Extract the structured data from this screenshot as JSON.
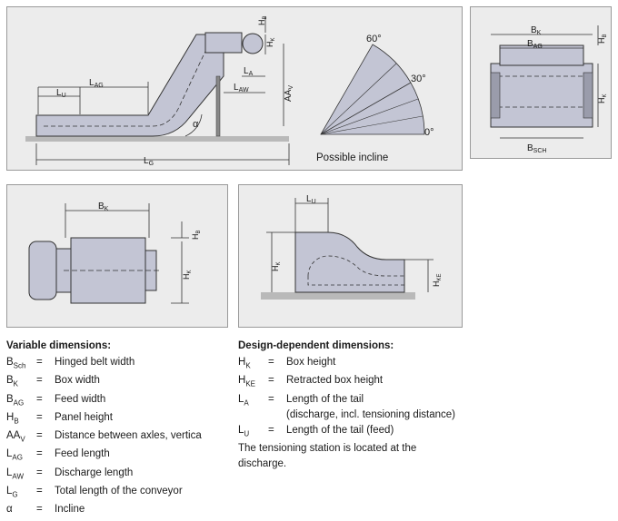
{
  "labels": {
    "HB": [
      "H",
      "B"
    ],
    "HK": [
      "H",
      "K"
    ],
    "HKE": [
      "H",
      "KE"
    ],
    "LA": [
      "L",
      "A"
    ],
    "LAW": [
      "L",
      "AW"
    ],
    "LAG": [
      "L",
      "AG"
    ],
    "LU": [
      "L",
      "U"
    ],
    "LG": [
      "L",
      "G"
    ],
    "AAV": [
      "AA",
      "V"
    ],
    "BK": [
      "B",
      "K"
    ],
    "BAG": [
      "B",
      "AG"
    ],
    "BSCH": [
      "B",
      "SCH"
    ],
    "alpha": "α",
    "deg60": "60°",
    "deg30": "30°",
    "deg0": "0°",
    "possible_incline": "Possible incline"
  },
  "variable": {
    "title": "Variable dimensions:",
    "items": [
      {
        "sym": "B",
        "sub": "Sch",
        "eq": "=",
        "desc": "Hinged belt width"
      },
      {
        "sym": "B",
        "sub": "K",
        "eq": "=",
        "desc": "Box width"
      },
      {
        "sym": "B",
        "sub": "AG",
        "eq": "=",
        "desc": "Feed width"
      },
      {
        "sym": "H",
        "sub": "B",
        "eq": "=",
        "desc": "Panel height"
      },
      {
        "sym": "AA",
        "sub": "V",
        "eq": "=",
        "desc": "Distance between axles, vertica"
      },
      {
        "sym": "L",
        "sub": "AG",
        "eq": "=",
        "desc": "Feed length"
      },
      {
        "sym": "L",
        "sub": "AW",
        "eq": "=",
        "desc": "Discharge length"
      },
      {
        "sym": "L",
        "sub": "G",
        "eq": "=",
        "desc": "Total length of the conveyor"
      },
      {
        "sym": "α",
        "sub": "",
        "eq": "=",
        "desc": "Incline"
      }
    ]
  },
  "design": {
    "title": "Design-dependent dimensions:",
    "items": [
      {
        "sym": "H",
        "sub": "K",
        "eq": "=",
        "desc": "Box height",
        "desc2": ""
      },
      {
        "sym": "H",
        "sub": "KE",
        "eq": "=",
        "desc": "Retracted box height",
        "desc2": ""
      },
      {
        "sym": "L",
        "sub": "A",
        "eq": "=",
        "desc": "Length of the tail",
        "desc2": "(discharge, incl. tensioning distance)"
      },
      {
        "sym": "L",
        "sub": "U",
        "eq": "=",
        "desc": "Length of the tail (feed)",
        "desc2": ""
      }
    ],
    "note_line1": "The tensioning station is located at the",
    "note_line2": "discharge."
  }
}
